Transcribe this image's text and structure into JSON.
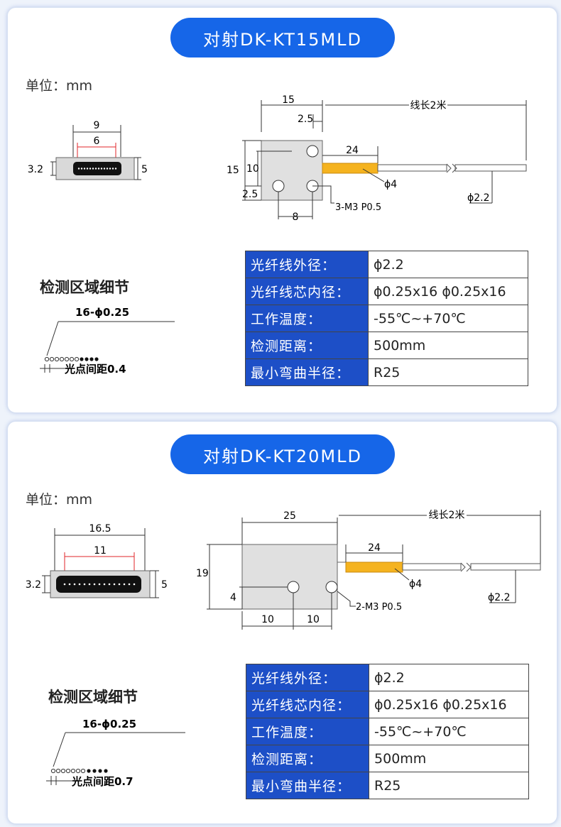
{
  "products": [
    {
      "title": "对射DK-KT15MLD",
      "unit_label": "单位：mm",
      "detail_title": "检测区域细节",
      "end_view": {
        "width_outer": "9",
        "width_inner": "6",
        "height_left": "3.2",
        "height_right": "5"
      },
      "side_view": {
        "dim_width": "15",
        "dim_offset": "2.5",
        "dim_height": "15",
        "dim_hole_vertical": "10",
        "dim_bottom_offset": "2.5",
        "dim_hole_spacing": "8",
        "dim_sleeve": "24",
        "label_sleeve_dia": "ϕ4",
        "label_cable_length": "线长2米",
        "label_cable_dia": "ϕ2.2",
        "label_mount": "3-M3 P0.5"
      },
      "detail": {
        "fiber_label": "16-ϕ0.25",
        "spacing_label": "光点间距0.4"
      },
      "specs": [
        {
          "key": "光纤线外径：",
          "value": "ϕ2.2"
        },
        {
          "key": "光纤线芯内径：",
          "value": "ϕ0.25x16  ϕ0.25x16"
        },
        {
          "key": "工作温度：",
          "value": "-55℃~+70℃"
        },
        {
          "key": "检测距离：",
          "value": "500mm"
        },
        {
          "key": "最小弯曲半径：",
          "value": "R25"
        }
      ]
    },
    {
      "title": "对射DK-KT20MLD",
      "unit_label": "单位：mm",
      "detail_title": "检测区域细节",
      "end_view": {
        "width_outer": "16.5",
        "width_inner": "11",
        "height_left": "3.2",
        "height_right": "5"
      },
      "side_view": {
        "dim_width": "25",
        "dim_sleeve": "24",
        "dim_height": "19",
        "dim_hole_height": "4",
        "dim_left_hole": "10",
        "dim_right_hole": "10",
        "label_sleeve_dia": "ϕ4",
        "label_cable_length": "线长2米",
        "label_cable_dia": "ϕ2.2",
        "label_mount": "2-M3 P0.5"
      },
      "detail": {
        "fiber_label": "16-ϕ0.25",
        "spacing_label": "光点间距0.7"
      },
      "specs": [
        {
          "key": "光纤线外径：",
          "value": "ϕ2.2"
        },
        {
          "key": "光纤线芯内径：",
          "value": "ϕ0.25x16  ϕ0.25x16"
        },
        {
          "key": "工作温度：",
          "value": "-55℃~+70℃"
        },
        {
          "key": "检测距离：",
          "value": "500mm"
        },
        {
          "key": "最小弯曲半径：",
          "value": "R25"
        }
      ]
    }
  ],
  "colors": {
    "accent": "#1666e8",
    "table_header": "#1d4fc7",
    "sleeve": "#f5b31f",
    "dimension_red": "#e0262a",
    "body_gray": "#e2e2e2"
  }
}
